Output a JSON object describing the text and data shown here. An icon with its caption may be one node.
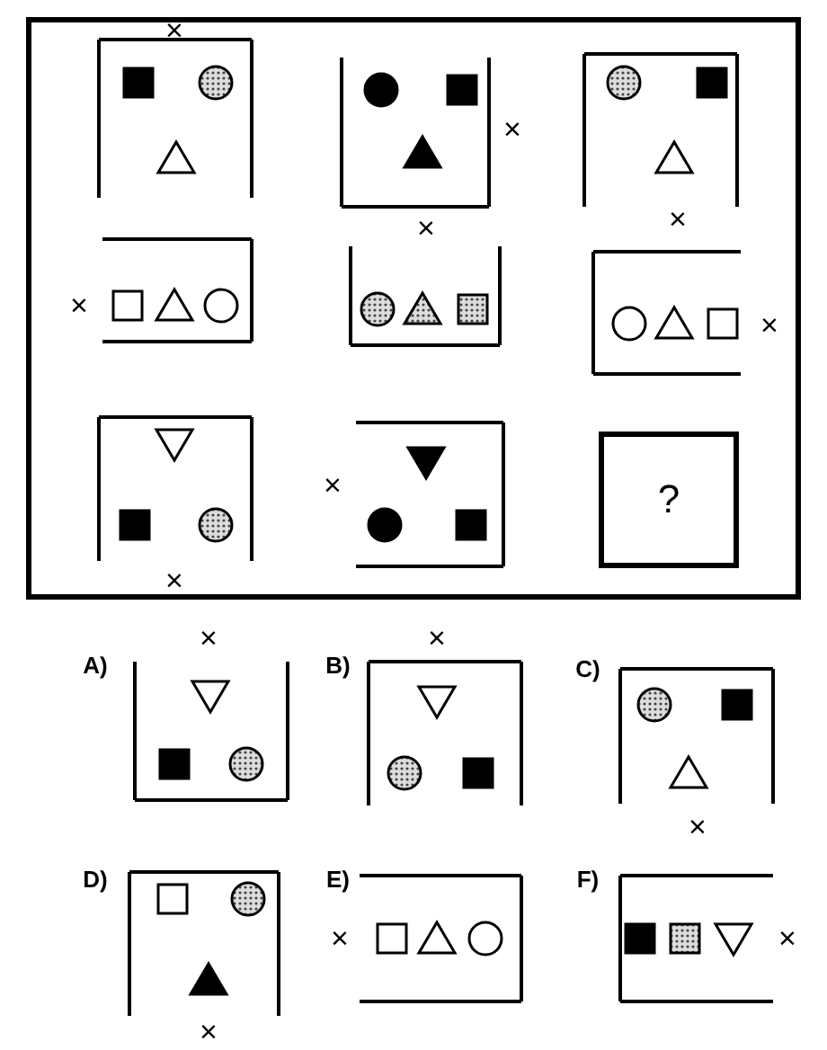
{
  "diagram": {
    "nodes": [
      {
        "text": [
          "?"
        ]
      }
    ],
    "labels": [
      "×",
      "×",
      "×",
      "×",
      "×",
      "×",
      "×",
      "×",
      "×",
      "×",
      "A)",
      "B)",
      "C)",
      "×",
      "D)",
      "E)",
      "F)",
      "×",
      "×",
      "×"
    ]
  }
}
